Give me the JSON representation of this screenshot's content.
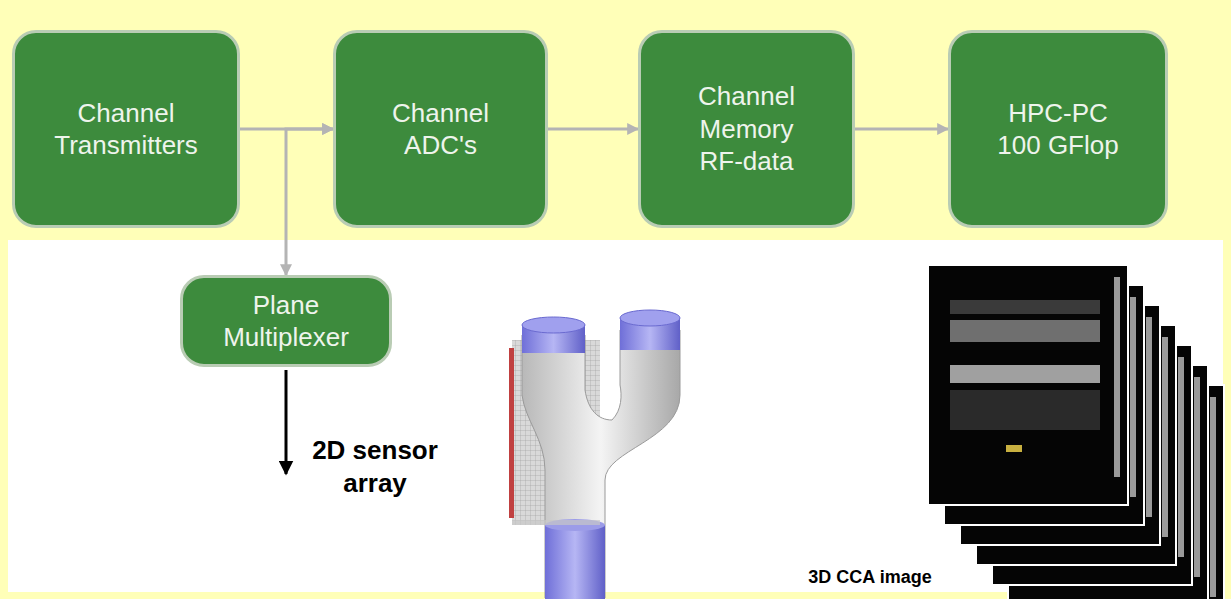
{
  "diagram": {
    "nodes": [
      {
        "text": [
          "Channel Transmitters"
        ]
      },
      {
        "text": [
          "Channel ADC's"
        ]
      },
      {
        "text": [
          "Channel Memory RF-data"
        ]
      },
      {
        "text": [
          "HPC-PC 100 GFlop"
        ]
      },
      {
        "text": [
          "Plane Multiplexer"
        ]
      }
    ],
    "edges": [
      {
        "from": 0,
        "to": 1,
        "arrow": "to"
      },
      {
        "from": 1,
        "to": 2,
        "arrow": "to"
      },
      {
        "from": 2,
        "to": 3,
        "arrow": "to"
      },
      {
        "from": 4,
        "to": 1,
        "arrow": "both"
      }
    ],
    "labels": [
      "2D sensor array",
      "3D CCA image"
    ]
  }
}
